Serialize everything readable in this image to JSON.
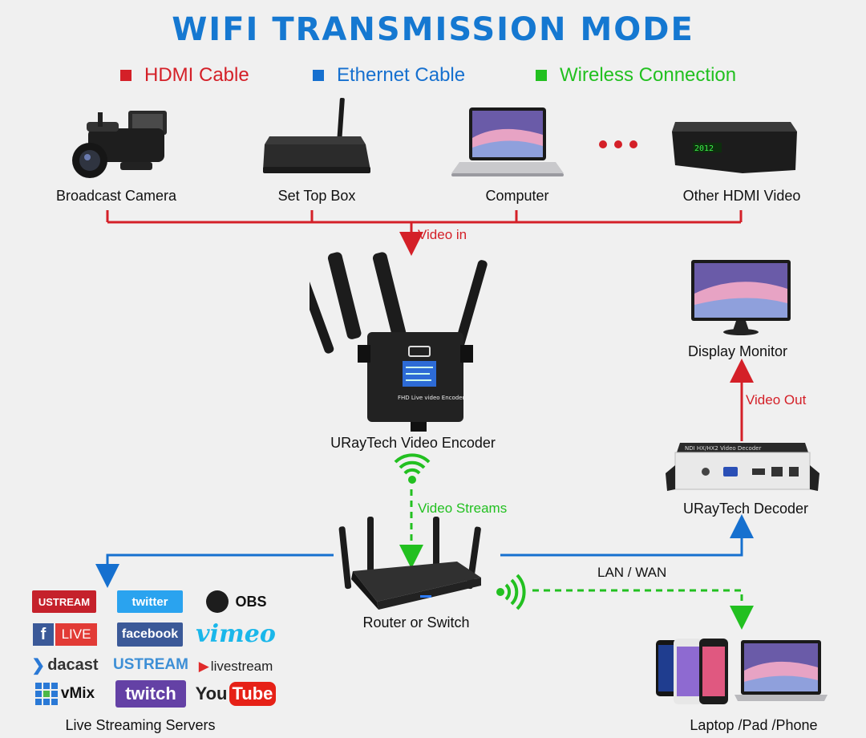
{
  "title": "WIFI TRANSMISSION MODE",
  "legend": [
    {
      "label": "HDMI Cable",
      "color": "#d42028"
    },
    {
      "label": "Ethernet Cable",
      "color": "#1670cf"
    },
    {
      "label": "Wireless Connection",
      "color": "#22c020"
    }
  ],
  "sources": {
    "camera": "Broadcast Camera",
    "stb": "Set Top Box",
    "computer": "Computer",
    "other": "Other HDMI Video"
  },
  "wires": {
    "video_in": "Video in",
    "video_out": "Video Out",
    "video_streams": "Video Streams",
    "lan_wan": "LAN / WAN"
  },
  "devices": {
    "encoder": "URayTech Video Encoder",
    "encoder_caption": "FHD Live video Encoder",
    "monitor": "Display Monitor",
    "decoder": "URayTech Decoder",
    "decoder_caption": "NDI HX/HX2 Video Decoder",
    "router": "Router or Switch",
    "servers": "Live Streaming Servers",
    "clients": "Laptop /Pad /Phone"
  },
  "logos": {
    "ustream_tv": "USTREAM",
    "twitter": "twitter",
    "obs": "OBS",
    "fb_live": "LIVE",
    "facebook": "facebook",
    "vimeo": "vimeo",
    "dacast": "dacast",
    "ustream": "USTREAM",
    "livestream": "livestream",
    "vmix": "vMix",
    "twitch": "twitch",
    "youtube_you": "You",
    "youtube_tube": "Tube"
  }
}
